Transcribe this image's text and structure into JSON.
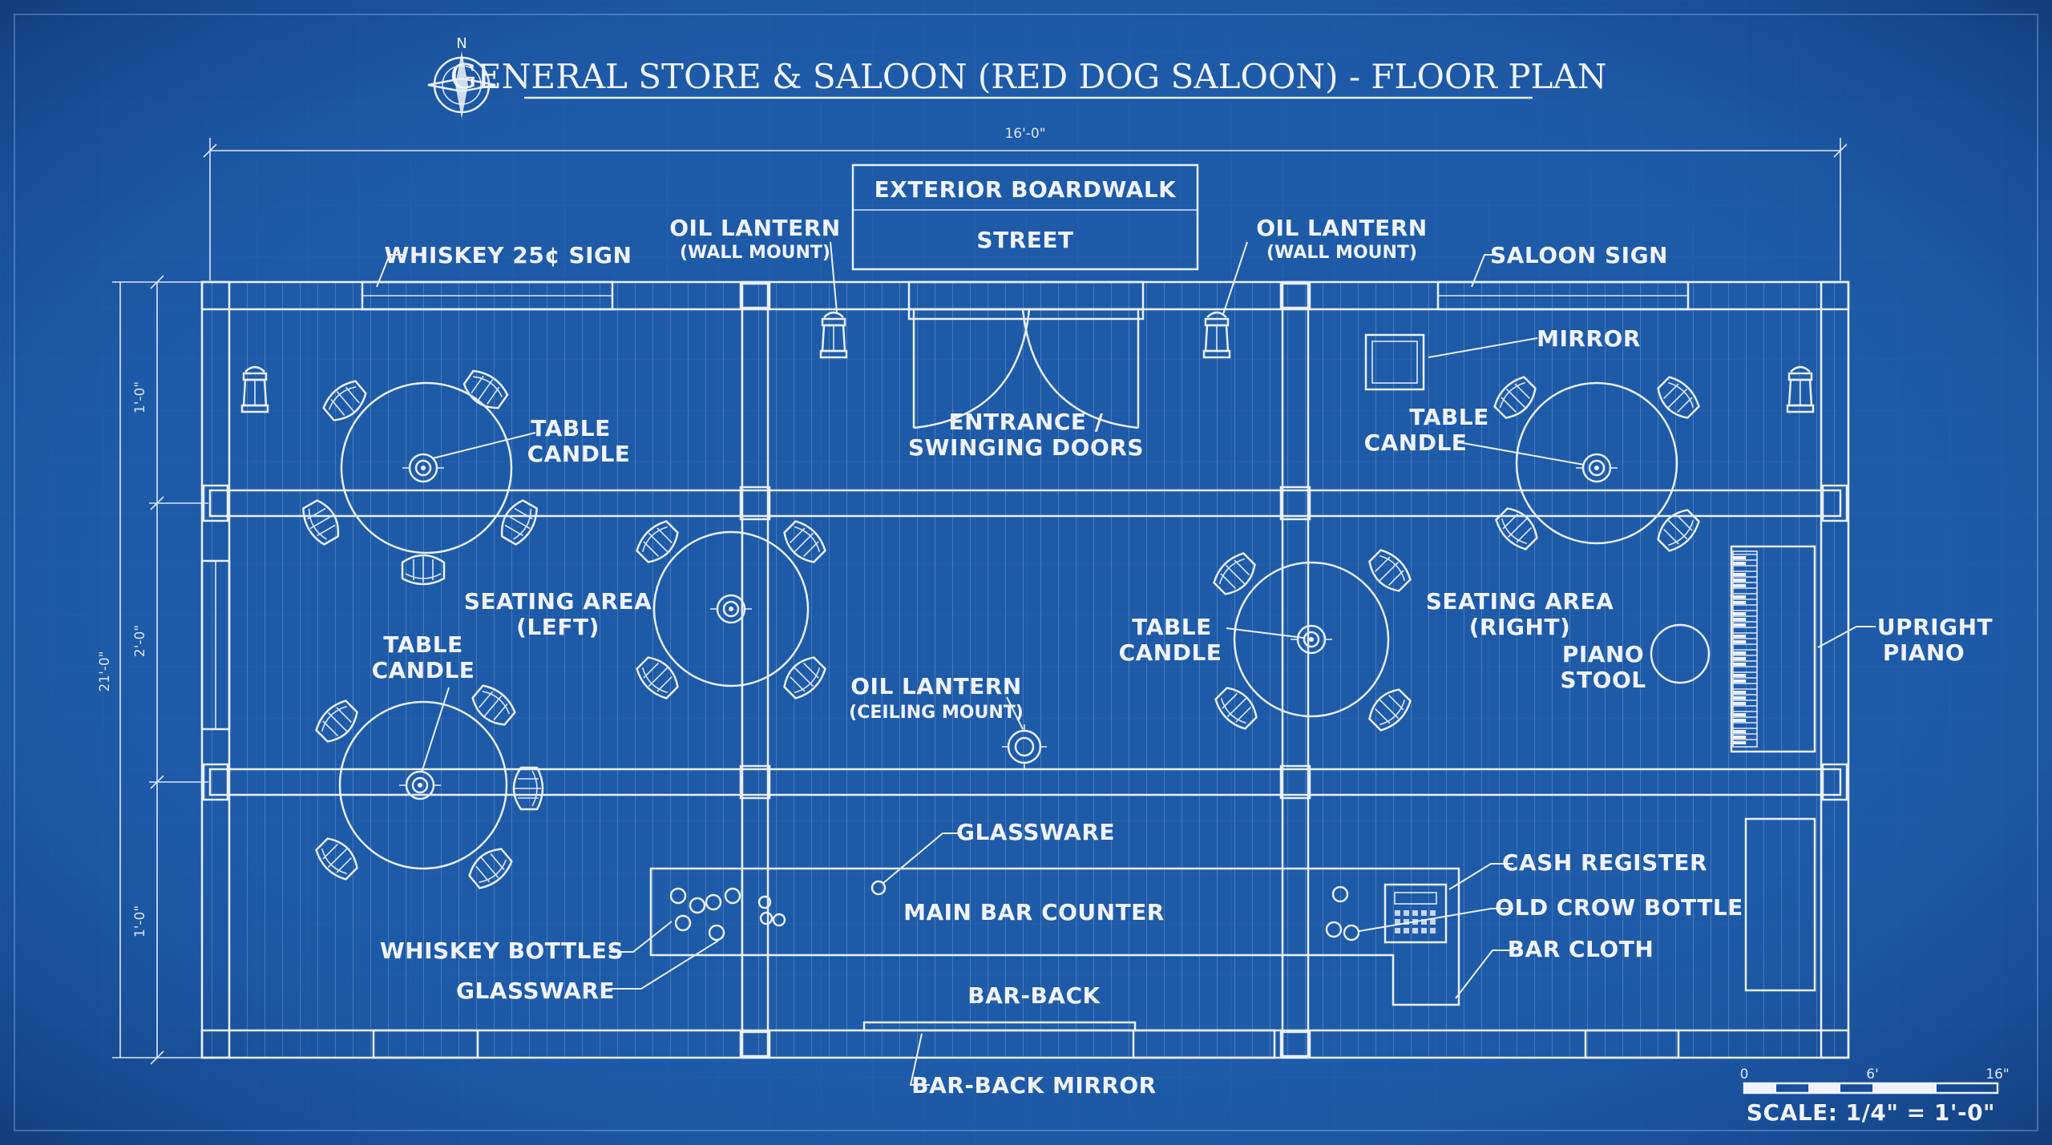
{
  "title": "GENERAL STORE & SALOON (RED DOG SALOON) - FLOOR PLAN",
  "compass": "N",
  "dimensions": {
    "width": "16'-0\"",
    "height": "21'-0\"",
    "segment_top": "1'-0\"",
    "segment_middle": "2'-0\"",
    "segment_bottom": "1'-0\""
  },
  "exterior": {
    "boardwalk": "EXTERIOR BOARDWALK",
    "street": "STREET"
  },
  "labels": {
    "whiskey_sign": "WHISKEY 25¢ SIGN",
    "saloon_sign": "SALOON SIGN",
    "oil_lantern": "OIL LANTERN",
    "wall_mount": "(WALL MOUNT)",
    "ceiling_mount": "(CEILING MOUNT)",
    "entrance_1": "ENTRANCE /",
    "entrance_2": "SWINGING DOORS",
    "mirror": "MIRROR",
    "table": "TABLE",
    "candle": "CANDLE",
    "seating_left_1": "SEATING AREA",
    "seating_left_2": "(LEFT)",
    "seating_right_1": "SEATING AREA",
    "seating_right_2": "(RIGHT)",
    "piano_1": "PIANO",
    "piano_2": "STOOL",
    "upright_1": "UPRIGHT",
    "upright_2": "PIANO",
    "glassware": "GLASSWARE",
    "main_bar": "MAIN BAR COUNTER",
    "whiskey_bottles": "WHISKEY BOTTLES",
    "bar_back": "BAR-BACK",
    "cash_register": "CASH REGISTER",
    "old_crow": "OLD CROW BOTTLE",
    "bar_cloth": "BAR CLOTH",
    "bar_back_mirror": "BAR-BACK MIRROR"
  },
  "scale": {
    "tick_0": "0",
    "tick_6": "6'",
    "tick_16": "16\"",
    "text": "SCALE: 1/4\" = 1'-0\""
  },
  "colors": {
    "paper": "#1f5aa8",
    "ink": "#eef4ff"
  }
}
